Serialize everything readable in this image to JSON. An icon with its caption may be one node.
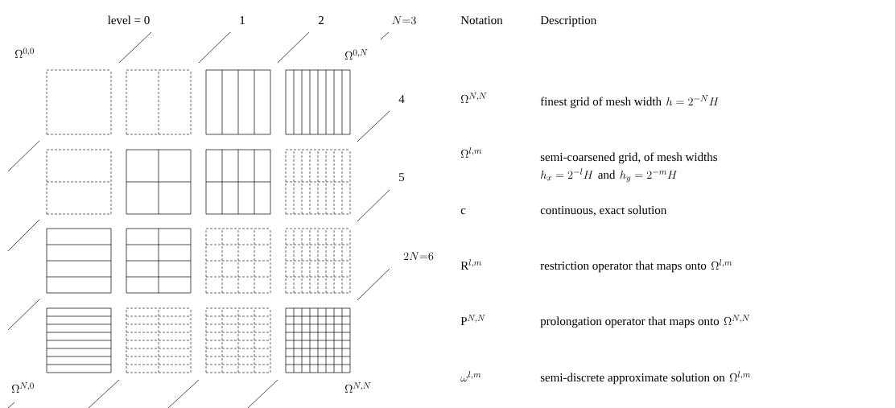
{
  "diagram": {
    "labels": [
      "level  =  0",
      "1",
      "2",
      "N{=}3",
      "Notation",
      "Description",
      "\\Omega^{0,0}",
      "\\Omega^{0,N}",
      "4",
      "5",
      "2N{=}6",
      "\\Omega^{N,0}",
      "\\Omega^{N,N}",
      "\\Omega^{N,N}",
      "finest grid of mesh width",
      "h=2^{-N}H",
      "\\Omega^{l,m}",
      "semi-coarsened grid, of mesh widths",
      "h_x=2^{-l}H",
      "and",
      "h_y=2^{-m}H",
      "c",
      "continuous, exact solution",
      "\\mathrm{R}^{l,m}",
      "restriction operator that maps onto",
      "\\Omega^{l,m}",
      "\\mathrm{P}^{N,N}",
      "prolongation operator that maps onto",
      "\\Omega^{N,N}",
      "\\omega^{l,m}",
      "semi-discrete approximate solution on",
      "\\Omega^{l,m}"
    ]
  }
}
